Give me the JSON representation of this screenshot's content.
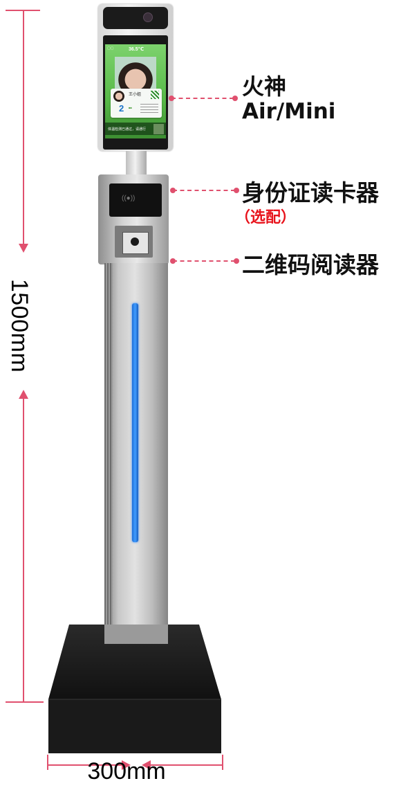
{
  "dimensions": {
    "height_label": "1500mm",
    "width_label": "300mm"
  },
  "callouts": [
    {
      "title_line1": "火神",
      "title_line2": "Air/Mini"
    },
    {
      "title": "身份证读卡器",
      "subtitle": "（选配）"
    },
    {
      "title": "二维码阅读器"
    }
  ],
  "screen": {
    "temperature": "36.5℃",
    "name": "王小姐",
    "count": "2",
    "notice": "体温检测已通过，请通行"
  },
  "colors": {
    "accent_red": "#e8131c",
    "dim_line": "#e0506e",
    "light_strip": "#3f9cff",
    "screen_green": "#57b947"
  }
}
